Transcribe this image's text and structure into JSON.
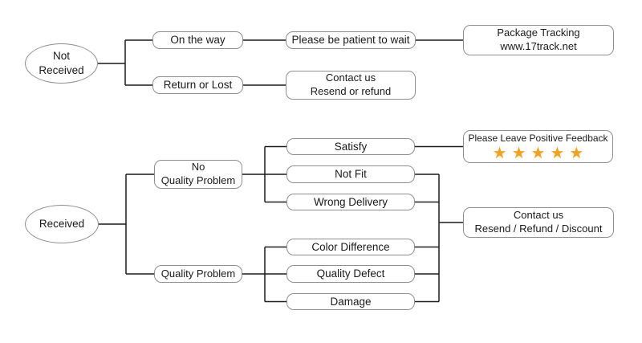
{
  "colors": {
    "star": "#F5A11E",
    "connector_line": "#1c1c1c",
    "box_border": "#8f8f8f",
    "text": "#1a1a1a",
    "background": "#ffffff"
  },
  "flowchart": {
    "not_received_tree": {
      "root": {
        "line1": "Not",
        "line2": "Received"
      },
      "on_the_way": {
        "label": "On the way"
      },
      "be_patient": {
        "label": "Please be patient to wait"
      },
      "package_tracking": {
        "line1": "Package Tracking",
        "line2": "www.17track.net"
      },
      "return_or_lost": {
        "label": "Return or Lost"
      },
      "contact_us_resend": {
        "line1": "Contact us",
        "line2": "Resend or refund"
      }
    },
    "received_tree": {
      "root": {
        "label": "Received"
      },
      "no_quality_problem": {
        "line1": "No",
        "line2": "Quality Problem"
      },
      "quality_problem": {
        "label": "Quality Problem"
      },
      "satisfy": {
        "label": "Satisfy"
      },
      "not_fit": {
        "label": "Not Fit"
      },
      "wrong_delivery": {
        "label": "Wrong Delivery"
      },
      "color_difference": {
        "label": "Color Difference"
      },
      "quality_defect": {
        "label": "Quality Defect"
      },
      "damage": {
        "label": "Damage"
      },
      "feedback": {
        "title": "Please Leave Positive Feedback",
        "star_glyph": "★",
        "star_count": 5
      },
      "contact_us_full": {
        "line1": "Contact us",
        "line2": "Resend / Refund / Discount"
      }
    }
  }
}
